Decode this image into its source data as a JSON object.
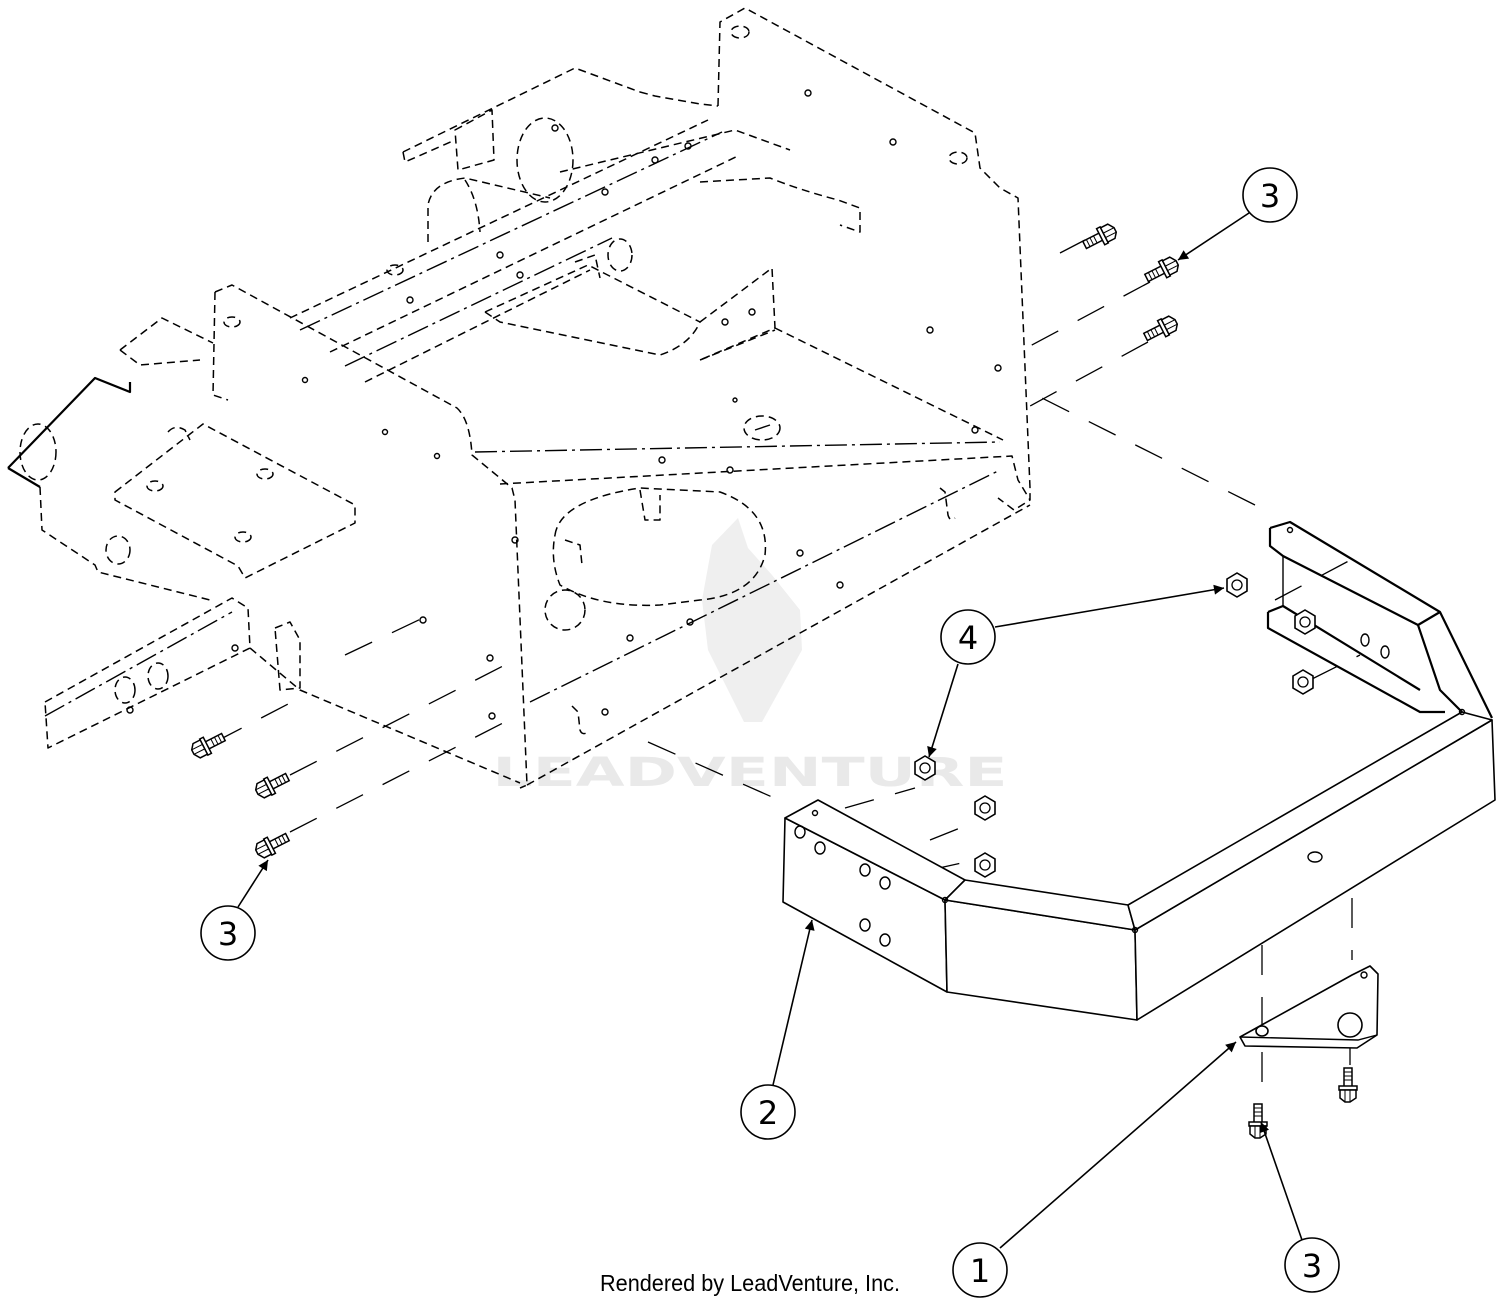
{
  "diagram": {
    "callouts": [
      {
        "label": "3"
      },
      {
        "label": "4"
      },
      {
        "label": "3"
      },
      {
        "label": "2"
      },
      {
        "label": "1"
      },
      {
        "label": "3"
      }
    ],
    "watermark": "LEADVENTURE",
    "footer": "Rendered by LeadVenture, Inc."
  },
  "colors": {
    "line": "#000000",
    "background": "#ffffff",
    "watermark": "#e9e9e9"
  }
}
